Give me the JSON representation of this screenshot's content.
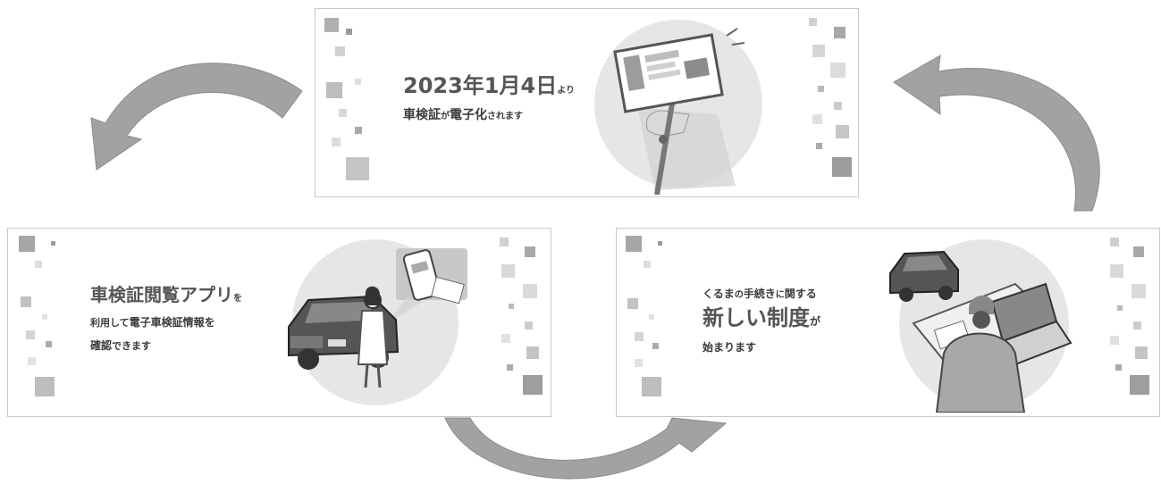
{
  "cards": {
    "top": {
      "line1_year": "2023年1月4日",
      "line1_suffix": "より",
      "line2_a": "車検証",
      "line2_b": "が",
      "line2_c": "電子化",
      "line2_d": "されます"
    },
    "left": {
      "line1_main": "車検証閲覧アプリ",
      "line1_suffix": "を",
      "line2_a": "利用して",
      "line2_b": "電子車検証情報を",
      "line3_a": "確認",
      "line3_b": "できます"
    },
    "right": {
      "line1_a": "くるま",
      "line1_b": "の",
      "line1_c": "手続き",
      "line1_d": "に",
      "line1_e": "関する",
      "line2_main": "新しい制度",
      "line2_suffix": "が",
      "line3": "始まります"
    }
  },
  "colors": {
    "arrow": "#9a9a9a",
    "circle": "#e6e6e6",
    "square_dark": "#a0a0a0",
    "square_light": "#d6d6d6"
  }
}
